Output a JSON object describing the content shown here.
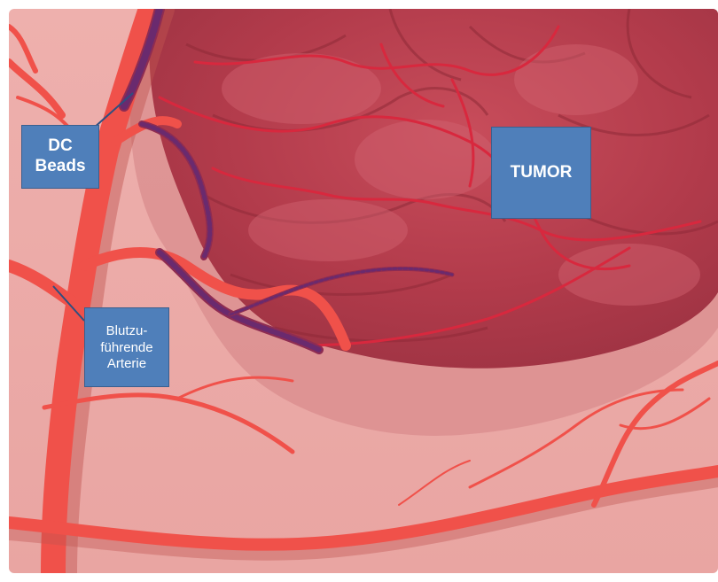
{
  "labels": {
    "dc_beads": "DC\nBeads",
    "tumor": "TUMOR",
    "artery": "Blutzu-\nführende\nArterie"
  },
  "colors": {
    "background_tissue": "#eaa9a6",
    "tumor_mass": "#b8404e",
    "tumor_dark": "#8f2a38",
    "artery": "#f0514a",
    "artery_shadow": "#c1554f",
    "beads": "#6a2a6e",
    "label_fill": "#4f7fba",
    "label_border": "#3a5f8e",
    "label_text": "#ffffff",
    "pointer_line": "#2f4f80"
  }
}
